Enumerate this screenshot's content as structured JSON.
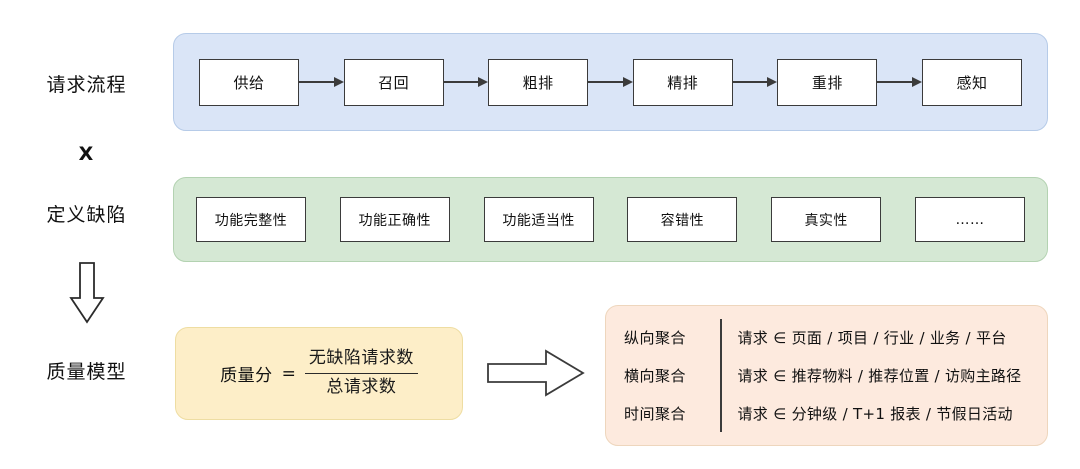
{
  "rail": {
    "flow_label": "请求流程",
    "multiply_label": "X",
    "defect_label": "定义缺陷",
    "model_label": "质量模型"
  },
  "flow_band": {
    "color": "#dae5f7",
    "nodes": [
      {
        "label": "供给"
      },
      {
        "label": "召回"
      },
      {
        "label": "粗排"
      },
      {
        "label": "精排"
      },
      {
        "label": "重排"
      },
      {
        "label": "感知"
      }
    ]
  },
  "defect_band": {
    "color": "#d5e8d4",
    "nodes": [
      {
        "label": "功能完整性"
      },
      {
        "label": "功能正确性"
      },
      {
        "label": "功能适当性"
      },
      {
        "label": "容错性"
      },
      {
        "label": "真实性"
      },
      {
        "label": "……"
      }
    ]
  },
  "formula": {
    "color": "#fdeec8",
    "term": "质量分",
    "equals": "=",
    "numerator": "无缺陷请求数",
    "denominator": "总请求数"
  },
  "aggregation": {
    "color": "#fdeade",
    "rows": [
      {
        "key": "纵向聚合",
        "value": "请求 ∈ 页面 / 项目 / 行业 / 业务 / 平台"
      },
      {
        "key": "横向聚合",
        "value": "请求 ∈ 推荐物料 / 推荐位置 / 访购主路径"
      },
      {
        "key": "时间聚合",
        "value": "请求 ∈ 分钟级 / T+1 报表 / 节假日活动"
      }
    ]
  }
}
